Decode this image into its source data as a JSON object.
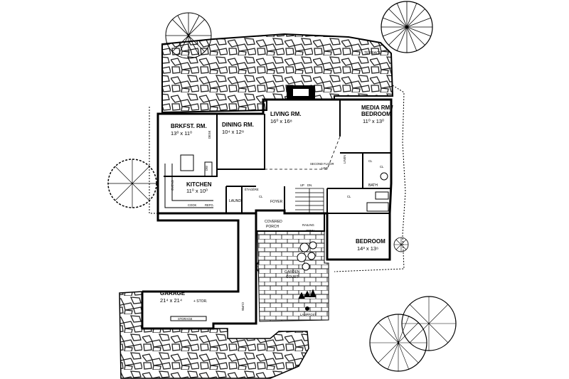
{
  "rooms": {
    "brkfst": {
      "name": "BRKFST. RM.",
      "dims": "13⁰ x 11⁰"
    },
    "dining": {
      "name": "DINING RM.",
      "dims": "10⁴ x 12⁸"
    },
    "living": {
      "name": "LIVING RM.",
      "dims": "16⁰ x 16⁸"
    },
    "media": {
      "name": "MEDIA RM./",
      "name2": "BEDROOM",
      "dims": "11⁰ x 13⁰"
    },
    "kitchen": {
      "name": "KITCHEN",
      "dims": "11⁰ x 10⁰"
    },
    "bedroom": {
      "name": "BEDROOM",
      "dims": "14³ x 13⁶"
    },
    "garage": {
      "name": "GARAGE",
      "dims": "21⁴ x 21⁴",
      "extra": "+ STOR."
    }
  },
  "labels": {
    "terrace": "TERRACE",
    "foyer": "FOYER",
    "covered_porch": "COVERED",
    "covered_porch2": "PORCH",
    "garden_court": "GARDEN",
    "garden_court2": "COURT",
    "laund": "LAUND.",
    "bath": "BATH",
    "cl1": "CL",
    "cl2": "CL",
    "cl3": "CL",
    "cl4": "CL",
    "etagere": "ÉTAGÈRE",
    "second_floor_line": "SECOND FLOOR",
    "second_floor_line2": "LINE",
    "up": "UP",
    "dn": "DN.",
    "railing": "RAILING",
    "open": "OPEN",
    "lamppost": "LAMPPOST",
    "storage": "STORAGE",
    "curb": "CURB",
    "ovens": "OVENS",
    "refg": "REFG.",
    "cook": "COOK",
    "desk": "DESK",
    "dw": "DW",
    "linen": "LINEN"
  }
}
